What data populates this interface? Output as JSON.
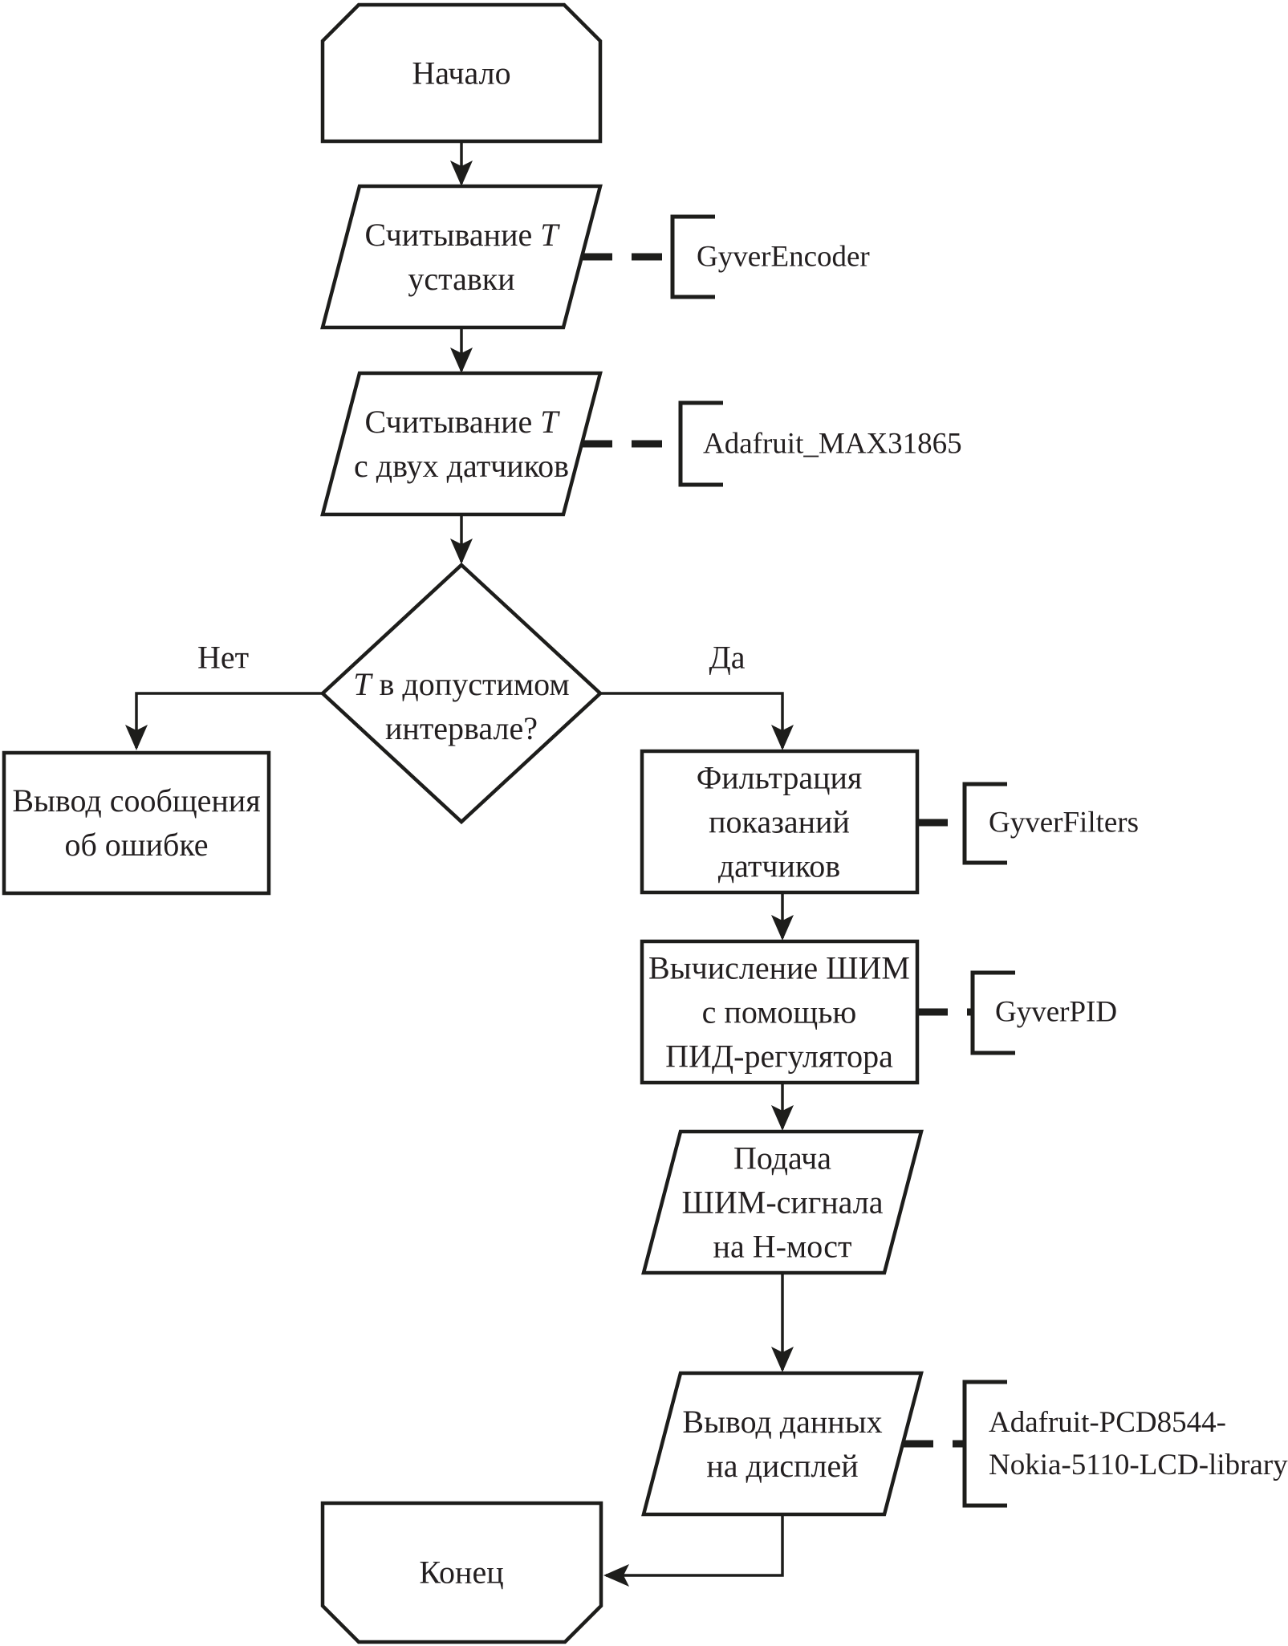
{
  "diagram": {
    "colors": {
      "stroke": "#1d1d1b",
      "text": "#231f20",
      "background": "#ffffff"
    },
    "nodes": {
      "start": {
        "type": "terminator",
        "label": "Начало"
      },
      "read_setpoint": {
        "type": "io",
        "label": "Считывание *Т*\nуставки",
        "annotation": "GyverEncoder"
      },
      "read_sensors": {
        "type": "io",
        "label": "Считывание *Т*\nс двух датчиков",
        "annotation": "Adafruit_MAX31865"
      },
      "decision": {
        "type": "decision",
        "label": "*Т* в допустимом\nинтервале?",
        "branch_no": "Нет",
        "branch_yes": "Да"
      },
      "error": {
        "type": "process",
        "label": "Вывод сообщения\nоб ошибке"
      },
      "filter": {
        "type": "process",
        "label": "Фильтрация\nпоказаний\nдатчиков",
        "annotation": "GyverFilters"
      },
      "pid": {
        "type": "process",
        "label": "Вычисление ШИМ\nс помощью\nПИД-регулятора",
        "annotation": "GyverPID"
      },
      "hbridge": {
        "type": "io",
        "label": "Подача\nШИМ-сигнала\nна Н-мост"
      },
      "display": {
        "type": "io",
        "label": "Вывод данных\nна дисплей",
        "annotation": "Adafruit-PCD8544-\nNokia-5110-LCD-library"
      },
      "end": {
        "type": "terminator",
        "label": "Конец"
      }
    }
  }
}
